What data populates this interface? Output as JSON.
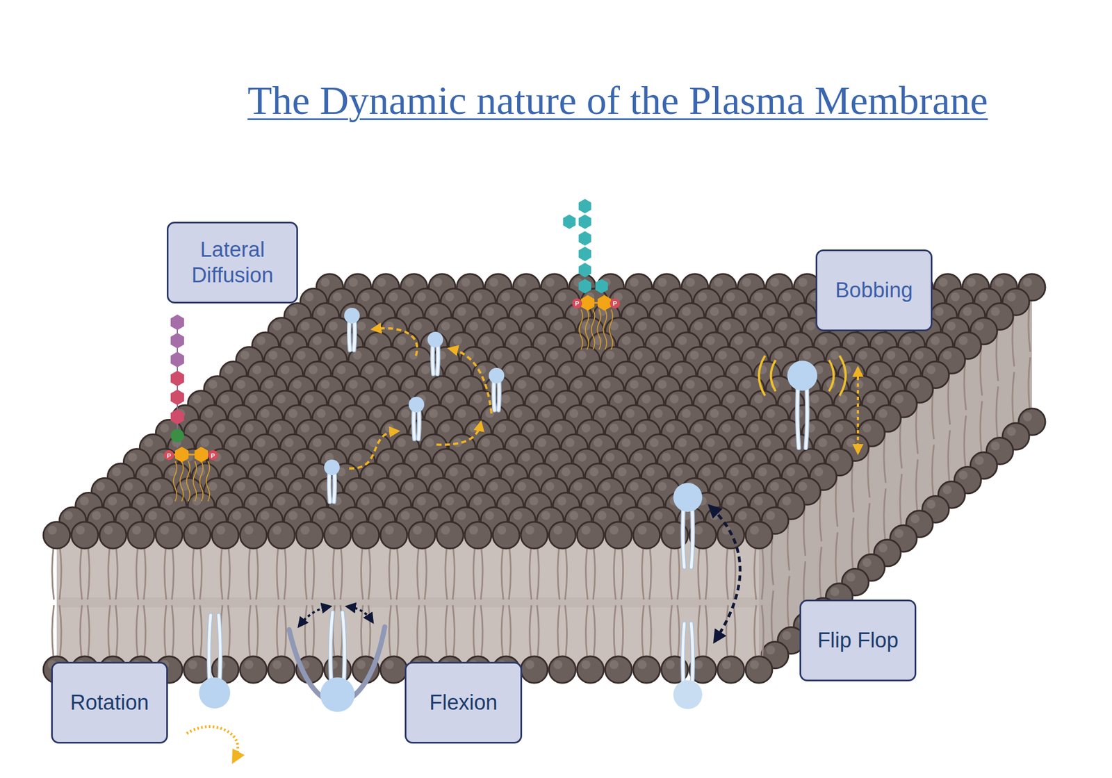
{
  "diagram": {
    "title": "The Dynamic nature of the Plasma Membrane",
    "nodes": [
      {
        "text": [
          "Lateral Diffusion"
        ]
      },
      {
        "text": [
          "Bobbing"
        ]
      },
      {
        "text": [
          "Flip Flop"
        ]
      },
      {
        "text": [
          "Rotation"
        ]
      },
      {
        "text": [
          "Flexion"
        ]
      }
    ],
    "labels": [
      "P",
      "P",
      "P",
      "P"
    ]
  }
}
